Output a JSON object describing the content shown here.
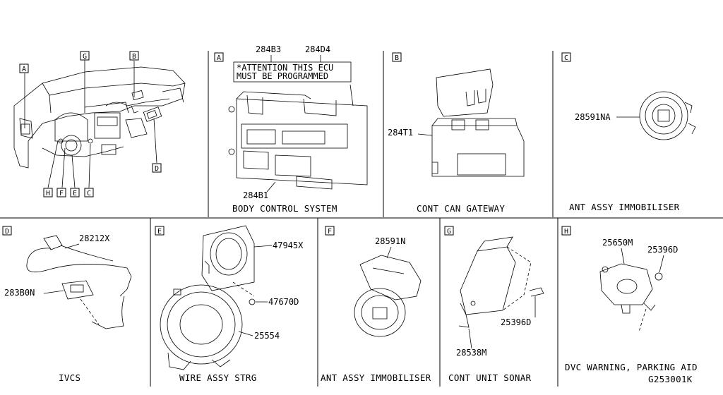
{
  "panels": {
    "overview": {
      "letters": [
        "A",
        "G",
        "B",
        "D",
        "H",
        "F",
        "E",
        "C"
      ]
    },
    "A": {
      "letter": "A",
      "caption": "BODY CONTROL SYSTEM",
      "note_line1": "*ATTENTION THIS ECU",
      "note_line2": "MUST BE PROGRAMMED",
      "parts": [
        "284B3",
        "284D4",
        "284B1"
      ]
    },
    "B": {
      "letter": "B",
      "caption": "CONT CAN GATEWAY",
      "parts": [
        "284T1"
      ]
    },
    "C": {
      "letter": "C",
      "caption": "ANT ASSY IMMOBILISER",
      "parts": [
        "28591NA"
      ]
    },
    "D": {
      "letter": "D",
      "caption": "IVCS",
      "parts": [
        "28212X",
        "283B0N"
      ]
    },
    "E": {
      "letter": "E",
      "caption": "WIRE ASSY STRG",
      "parts": [
        "47945X",
        "47670D",
        "25554"
      ]
    },
    "F": {
      "letter": "F",
      "caption": "ANT ASSY IMMOBILISER",
      "parts": [
        "28591N"
      ]
    },
    "G": {
      "letter": "G",
      "caption": "CONT UNIT SONAR",
      "parts": [
        "25396D",
        "28538M"
      ]
    },
    "H": {
      "letter": "H",
      "caption": "DVC WARNING, PARKING AID",
      "parts": [
        "25650M",
        "25396D"
      ]
    }
  },
  "diagram_code": "G253001K"
}
